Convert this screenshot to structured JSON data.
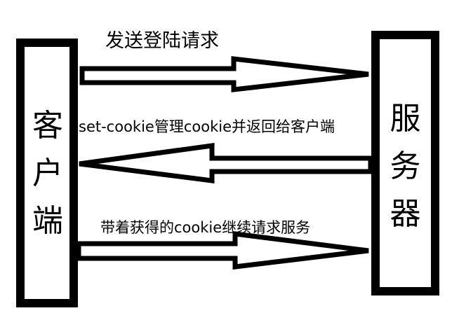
{
  "client": {
    "label": "客户端",
    "chars": [
      "客",
      "户",
      "端"
    ]
  },
  "server": {
    "label": "服务器",
    "chars": [
      "服",
      "务",
      "器"
    ]
  },
  "messages": [
    {
      "label": "发送登陆请求",
      "direction": "client-to-server"
    },
    {
      "label": "set-cookie管理cookie并返回给客户端",
      "direction": "server-to-client"
    },
    {
      "label": "带着获得的cookie继续请求服务",
      "direction": "client-to-server"
    }
  ],
  "colors": {
    "stroke": "#000000",
    "background": "#ffffff"
  }
}
